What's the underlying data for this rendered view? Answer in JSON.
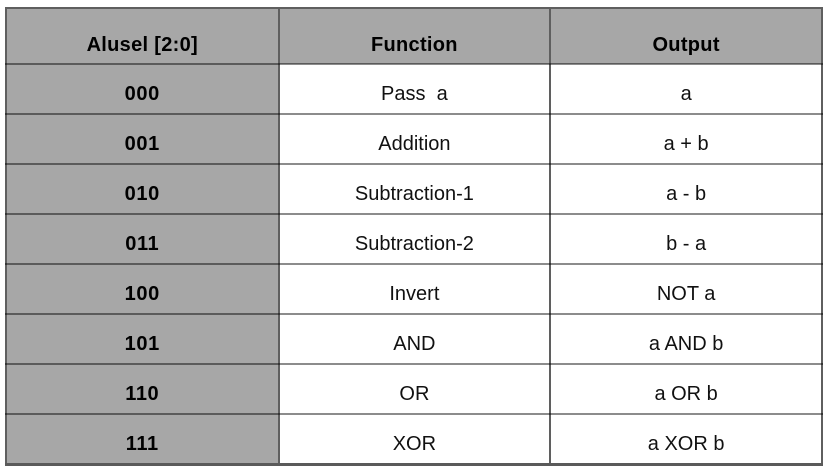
{
  "table": {
    "headers": [
      "Alusel [2:0]",
      "Function",
      "Output"
    ],
    "rows": [
      {
        "alusel": "000",
        "function": "Pass  a",
        "output": "a"
      },
      {
        "alusel": "001",
        "function": "Addition",
        "output": "a + b"
      },
      {
        "alusel": "010",
        "function": "Subtraction-1",
        "output": "a - b"
      },
      {
        "alusel": "011",
        "function": "Subtraction-2",
        "output": "b - a"
      },
      {
        "alusel": "100",
        "function": "Invert",
        "output": "NOT a"
      },
      {
        "alusel": "101",
        "function": "AND",
        "output": "a AND b"
      },
      {
        "alusel": "110",
        "function": "OR",
        "output": "a OR b"
      },
      {
        "alusel": "111",
        "function": "XOR",
        "output": "a XOR b"
      }
    ],
    "colors": {
      "header_bg": "#a7a7a7",
      "key_column_bg": "#a7a7a7",
      "body_cell_bg": "#ffffff",
      "vertical_border": "#5f5f5f",
      "horizontal_border": "rgba(0,0,0,0.45)",
      "text": "#000000"
    }
  }
}
